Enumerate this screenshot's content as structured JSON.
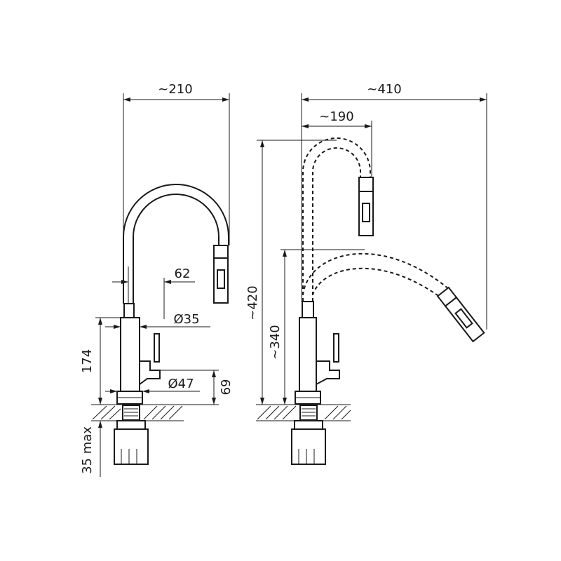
{
  "dimensions": {
    "left_width": "~210",
    "spout_offset": "62",
    "body_diameter": "Ø35",
    "base_diameter": "Ø47",
    "body_height": "174",
    "base_height": "69",
    "counter_thickness": "35 max",
    "right_width": "~410",
    "head_offset": "~190",
    "total_height": "~420",
    "spout_height": "~340"
  },
  "colors": {
    "line": "#1a1a1a",
    "background": "#ffffff"
  }
}
